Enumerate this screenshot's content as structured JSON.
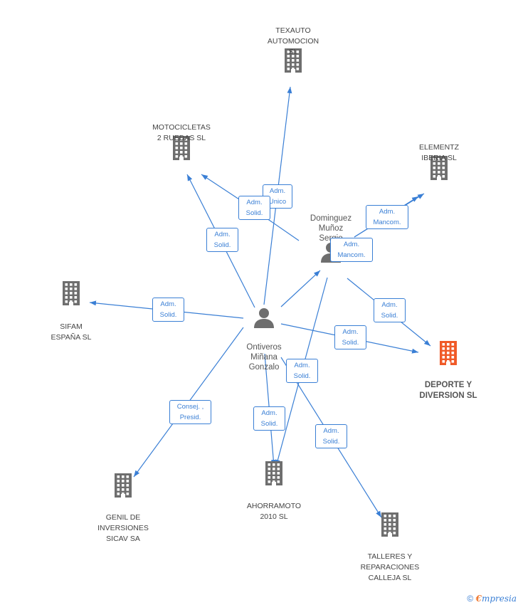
{
  "people": [
    {
      "id": "ontiveros",
      "lines": [
        "Ontiveros",
        "Miñana",
        "Gonzalo"
      ]
    },
    {
      "id": "dominguez",
      "lines": [
        "Dominguez",
        "Muñoz",
        "Sergio"
      ]
    }
  ],
  "companies": [
    {
      "id": "texauto",
      "lines": [
        "TEXAUTO",
        "AUTOMOCION",
        "SL"
      ],
      "highlight": false
    },
    {
      "id": "motocicletas",
      "lines": [
        "MOTOCICLETAS",
        "2 RUEDAS  SL"
      ],
      "highlight": false
    },
    {
      "id": "elementz",
      "lines": [
        "ELEMENTZ",
        "IBERIA SL"
      ],
      "highlight": false
    },
    {
      "id": "sifam",
      "lines": [
        "SIFAM",
        "ESPAÑA SL"
      ],
      "highlight": false
    },
    {
      "id": "deporte",
      "lines": [
        "DEPORTE Y",
        "DIVERSION SL"
      ],
      "highlight": true
    },
    {
      "id": "genil",
      "lines": [
        "GENIL DE",
        "INVERSIONES",
        "SICAV SA"
      ],
      "highlight": false
    },
    {
      "id": "ahorramoto",
      "lines": [
        "AHORRAMOTO",
        "2010 SL"
      ],
      "highlight": false
    },
    {
      "id": "talleres",
      "lines": [
        "TALLERES Y",
        "REPARACIONES",
        "CALLEJA  SL"
      ],
      "highlight": false
    }
  ],
  "relations": [
    {
      "id": "r1",
      "lines": [
        "Adm.",
        "Unico"
      ]
    },
    {
      "id": "r2",
      "lines": [
        "Adm.",
        "Solid."
      ]
    },
    {
      "id": "r3",
      "lines": [
        "Adm.",
        "Solid."
      ]
    },
    {
      "id": "r4",
      "lines": [
        "Adm.",
        "Mancom."
      ]
    },
    {
      "id": "r5",
      "lines": [
        "Adm.",
        "Mancom."
      ]
    },
    {
      "id": "r6",
      "lines": [
        "Adm.",
        "Solid."
      ]
    },
    {
      "id": "r7",
      "lines": [
        "Adm.",
        "Solid."
      ]
    },
    {
      "id": "r8",
      "lines": [
        "Adm.",
        "Solid."
      ]
    },
    {
      "id": "r9",
      "lines": [
        "Adm.",
        "Solid."
      ]
    },
    {
      "id": "r10",
      "lines": [
        "Consej. ,",
        "Presid."
      ]
    },
    {
      "id": "r11",
      "lines": [
        "Adm.",
        "Solid."
      ]
    },
    {
      "id": "r12",
      "lines": [
        "Adm.",
        "Solid."
      ]
    }
  ],
  "footer": {
    "copyright": "©",
    "brand_initial": "€",
    "brand_rest": "mpresia"
  },
  "colors": {
    "edge": "#3a7fd5",
    "building": "#6e6e6e",
    "building_highlight": "#f05a28",
    "person": "#6e6e6e"
  }
}
